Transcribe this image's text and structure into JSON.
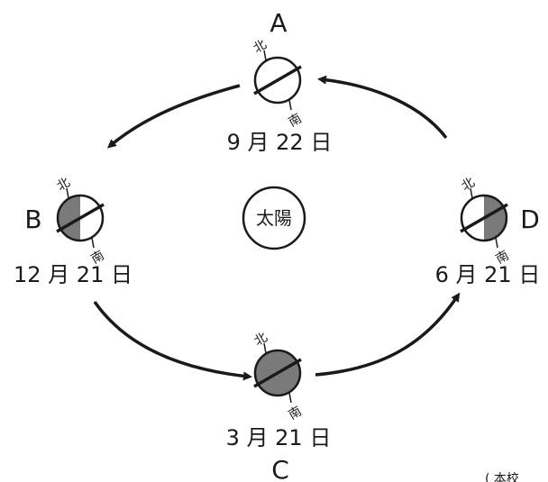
{
  "sun_label": "太陽",
  "north_label": "北",
  "south_label": "南",
  "corner_text": "( 本校",
  "colors": {
    "shade": "#7a7a7a",
    "ink": "#1a1a1a",
    "paper": "#ffffff"
  },
  "positions": {
    "A": {
      "letter": "A",
      "date": "9 月 22 日"
    },
    "B": {
      "letter": "B",
      "date": "12 月 21 日"
    },
    "C": {
      "letter": "C",
      "date": "3 月 21 日"
    },
    "D": {
      "letter": "D",
      "date": "6 月 21 日"
    }
  }
}
